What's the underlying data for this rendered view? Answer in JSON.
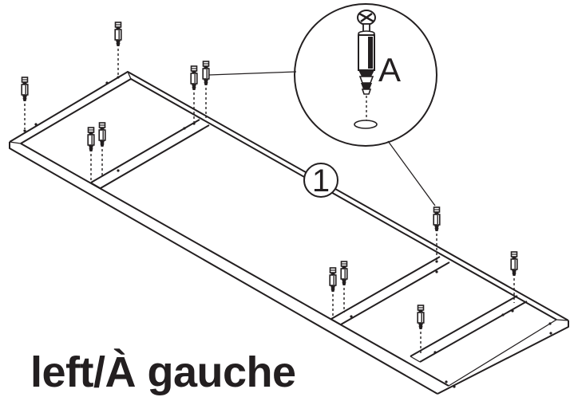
{
  "diagram": {
    "part_number": "1",
    "callout_letter": "A",
    "caption": "left/À gauche"
  }
}
